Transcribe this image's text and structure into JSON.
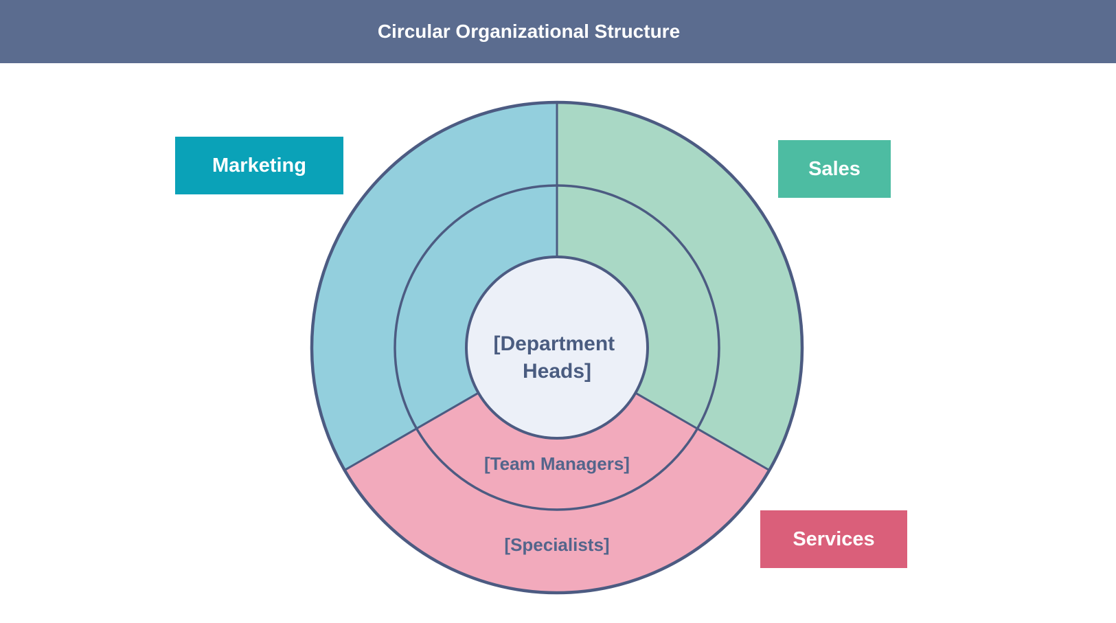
{
  "header": {
    "title": "Circular Organizational Structure",
    "background": "#5B6C8F",
    "text_color": "#FFFFFF"
  },
  "diagram": {
    "type": "circular-org-structure",
    "stroke_color": "#4C5B82",
    "center_circle": {
      "label": "[Department Heads]",
      "line1": "[Department",
      "line2": "Heads]",
      "fill": "#ECF0F8",
      "text_color": "#4A5C80"
    },
    "middle_ring": {
      "label": "[Team Managers]",
      "text_color": "#53658B"
    },
    "outer_ring": {
      "label": "[Specialists]",
      "text_color": "#53658B"
    },
    "sectors": [
      {
        "name": "Marketing",
        "fill": "#93CFDD",
        "position": "left"
      },
      {
        "name": "Sales",
        "fill": "#A9D8C5",
        "position": "right"
      },
      {
        "name": "Services",
        "fill": "#F2AABC",
        "position": "bottom"
      }
    ]
  },
  "labels": {
    "marketing": {
      "text": "Marketing",
      "background": "#0AA2B8"
    },
    "sales": {
      "text": "Sales",
      "background": "#4DBCA2"
    },
    "services": {
      "text": "Services",
      "background": "#DA5F7A"
    }
  }
}
